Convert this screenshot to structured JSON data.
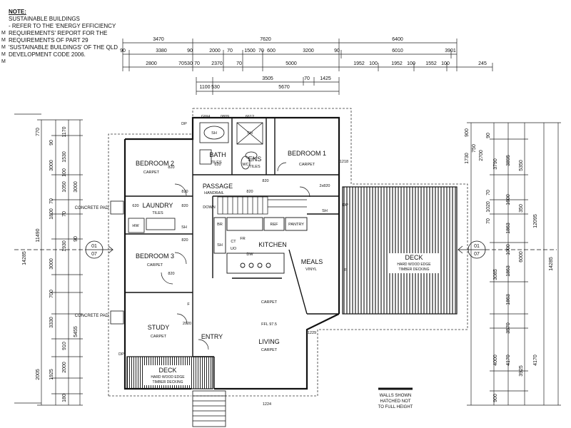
{
  "note": {
    "title": "NOTE:",
    "lines": [
      "SUSTAINABLE BUILDINGS",
      "- REFER TO THE 'ENERGY EFFICIENCY",
      "REQUIREMENTS' REPORT FOR THE",
      "REQUIREMENTS OF PART 29",
      "'SUSTAINABLE BUILDINGS' OF THE QLD",
      "DEVELOPMENT CODE 2006."
    ]
  },
  "margin_marks": [
    "M",
    "M",
    "M",
    "M",
    "M"
  ],
  "dimensions_top": {
    "row1": [
      "3470",
      "7620",
      "6400"
    ],
    "row2": [
      "90",
      "3380",
      "90",
      "2000",
      "70",
      "1500",
      "70",
      "600",
      "3200",
      "90",
      "6010",
      "3901"
    ],
    "row3": [
      "2800",
      "70",
      "530",
      "70",
      "2370",
      "70",
      "5000",
      "1952",
      "100",
      "1952",
      "100",
      "1552",
      "100",
      "245"
    ],
    "row4": [
      "3505",
      "70",
      "1425"
    ],
    "row5": [
      "1100",
      "530",
      "5670"
    ]
  },
  "dimensions_left": [
    "1170",
    "770",
    "90",
    "3000",
    "100",
    "1530",
    "3000",
    "1050",
    "70",
    "1800",
    "70",
    "1930",
    "90",
    "3000",
    "700",
    "14285",
    "11490",
    "3330",
    "910",
    "5455",
    "2000",
    "2005",
    "1925",
    "180"
  ],
  "dimensions_right": [
    "900",
    "1730",
    "750",
    "2700",
    "90",
    "3790",
    "5350",
    "3895",
    "70",
    "1020",
    "12095",
    "14285",
    "70",
    "1600",
    "350",
    "1863",
    "6000",
    "1000",
    "3085",
    "1863",
    "1863",
    "4000",
    "4170",
    "3925",
    "4170",
    "3570",
    "900"
  ],
  "rooms": [
    {
      "name": "BEDROOM 2",
      "finish": "CARPET"
    },
    {
      "name": "BATH",
      "finish": "TILES"
    },
    {
      "name": "ENS",
      "finish": "TILES"
    },
    {
      "name": "BEDROOM 1",
      "finish": "CARPET"
    },
    {
      "name": "LAUNDRY",
      "finish": "TILES"
    },
    {
      "name": "PASSAGE",
      "finish": ""
    },
    {
      "name": "BEDROOM 3",
      "finish": "CARPET"
    },
    {
      "name": "KITCHEN",
      "finish": ""
    },
    {
      "name": "MEALS",
      "finish": "VINYL"
    },
    {
      "name": "STUDY",
      "finish": "CARPET"
    },
    {
      "name": "ENTRY",
      "finish": ""
    },
    {
      "name": "LIVING",
      "finish": "CARPET"
    }
  ],
  "floor_labels": [
    "CARPET",
    "FFL 97.5"
  ],
  "decks": [
    {
      "name": "DECK",
      "sub1": "HARD WOOD EDGE",
      "sub2": "TIMBER DECKING"
    },
    {
      "name": "DECK",
      "sub1": "HARD WOOD EDGE",
      "sub2": "TIMBER DECKING"
    }
  ],
  "fixtures": [
    "WC",
    "SH",
    "SH",
    "REF",
    "PANTRY",
    "BR",
    "SH",
    "CT",
    "UO",
    "DW",
    "HW",
    "FR",
    "SH",
    "SH"
  ],
  "door_codes": [
    "GW4",
    "0809",
    "6612",
    "820",
    "820",
    "820",
    "620",
    "820",
    "820",
    "2x820",
    "820",
    "820",
    "2020",
    "620",
    "1218",
    "1229",
    "1224",
    "F",
    "F"
  ],
  "small_labels": [
    "DP",
    "DP",
    "HANDRAIL",
    "DOWN",
    "DP"
  ],
  "external_labels": [
    "CONCRETE PAD",
    "CONCRETE PAD"
  ],
  "section_markers": [
    {
      "top": "01",
      "bottom": "07"
    },
    {
      "top": "01",
      "bottom": "07"
    }
  ],
  "walls_note": [
    "WALLS SHOWN",
    "HATCHED NOT",
    "TO FULL HEIGHT"
  ]
}
